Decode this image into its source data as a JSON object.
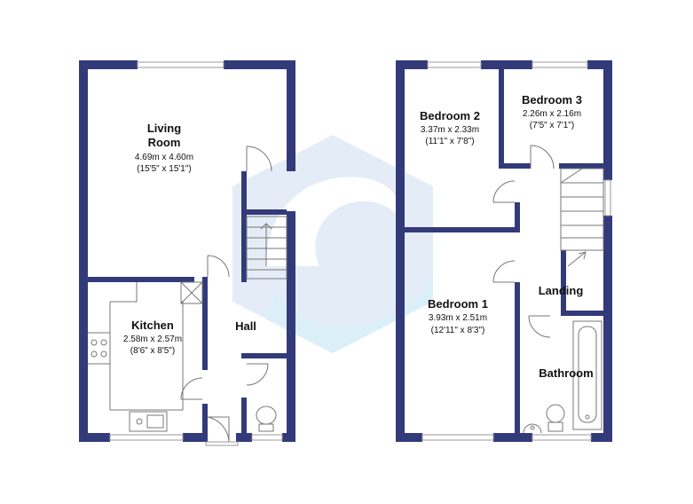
{
  "plan": {
    "brand": {
      "logo_icon": "agency-logo-icon",
      "accent": "#333a7a",
      "watermark": "#6aa8e0"
    },
    "ground_floor": {
      "rooms": [
        {
          "name_lines": [
            "Living",
            "Room"
          ],
          "dims_metric": "4.69m x 4.60m",
          "dims_imperial": "(15'5\" x 15'1\")"
        },
        {
          "name_lines": [
            "Kitchen"
          ],
          "dims_metric": "2.58m x 2.57m",
          "dims_imperial": "(8'6\" x 8'5\")"
        },
        {
          "name_lines": [
            "Hall"
          ],
          "dims_metric": "",
          "dims_imperial": ""
        }
      ]
    },
    "first_floor": {
      "rooms": [
        {
          "name_lines": [
            "Bedroom 2"
          ],
          "dims_metric": "3.37m x 2.33m",
          "dims_imperial": "(11'1\" x 7'8\")"
        },
        {
          "name_lines": [
            "Bedroom 3"
          ],
          "dims_metric": "2.26m x 2.16m",
          "dims_imperial": "(7'5\" x 7'1\")"
        },
        {
          "name_lines": [
            "Bedroom 1"
          ],
          "dims_metric": "3.93m x 2.51m",
          "dims_imperial": "(12'11\" x 8'3\")"
        },
        {
          "name_lines": [
            "Landing"
          ],
          "dims_metric": "",
          "dims_imperial": ""
        },
        {
          "name_lines": [
            "Bathroom"
          ],
          "dims_metric": "",
          "dims_imperial": ""
        }
      ]
    }
  }
}
